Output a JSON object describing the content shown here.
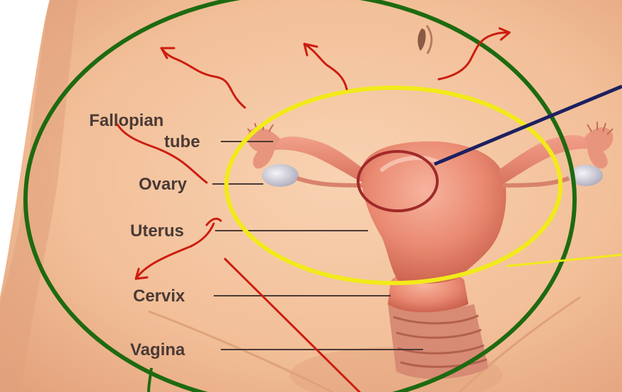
{
  "labels": {
    "fallopian_tube_line1": "Fallopian",
    "fallopian_tube_line2": "tube",
    "ovary": "Ovary",
    "uterus": "Uterus",
    "cervix": "Cervix",
    "vagina": "Vagina"
  },
  "colors": {
    "skin_light": "#f6c9a6",
    "skin_mid": "#eeb08a",
    "skin_shadow": "#c98a68",
    "organ": "#e88670",
    "organ_shadow": "#c45a48",
    "label_text": "#4a3a36",
    "green_circle": "#1e6a10",
    "yellow_ellipse": "#f2ea1a",
    "navy_line": "#1c2060",
    "red_annotation": "#cc1d10",
    "dark_red_circle": "#a02a2a"
  }
}
